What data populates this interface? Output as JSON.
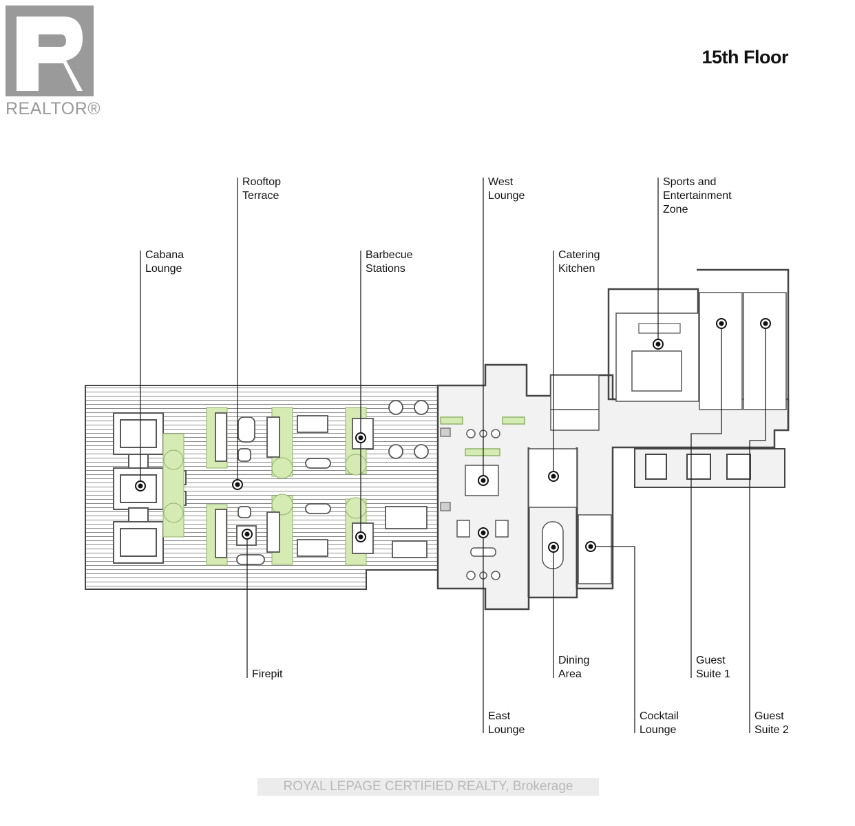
{
  "logo": {
    "wordmark": "REALTOR®"
  },
  "floor_title": "15th Floor",
  "labels": {
    "rooftop_terrace": [
      "Rooftop",
      "Terrace"
    ],
    "cabana_lounge": [
      "Cabana",
      "Lounge"
    ],
    "barbecue_stations": [
      "Barbecue",
      "Stations"
    ],
    "west_lounge": [
      "West",
      "Lounge"
    ],
    "catering_kitchen": [
      "Catering",
      "Kitchen"
    ],
    "sports_zone": [
      "Sports and",
      "Entertainment",
      "Zone"
    ],
    "firepit": [
      "Firepit"
    ],
    "dining_area": [
      "Dining",
      "Area"
    ],
    "guest_suite_1": [
      "Guest",
      "Suite 1"
    ],
    "east_lounge": [
      "East",
      "Lounge"
    ],
    "cocktail_lounge": [
      "Cocktail",
      "Lounge"
    ],
    "guest_suite_2": [
      "Guest",
      "Suite 2"
    ]
  },
  "watermark": "ROYAL LEPAGE CERTIFIED REALTY, Brokerage",
  "colors": {
    "accent_green": "#d6eab4",
    "wall": "#444444",
    "floor": "#f2f2f2",
    "marker": "#111111"
  }
}
